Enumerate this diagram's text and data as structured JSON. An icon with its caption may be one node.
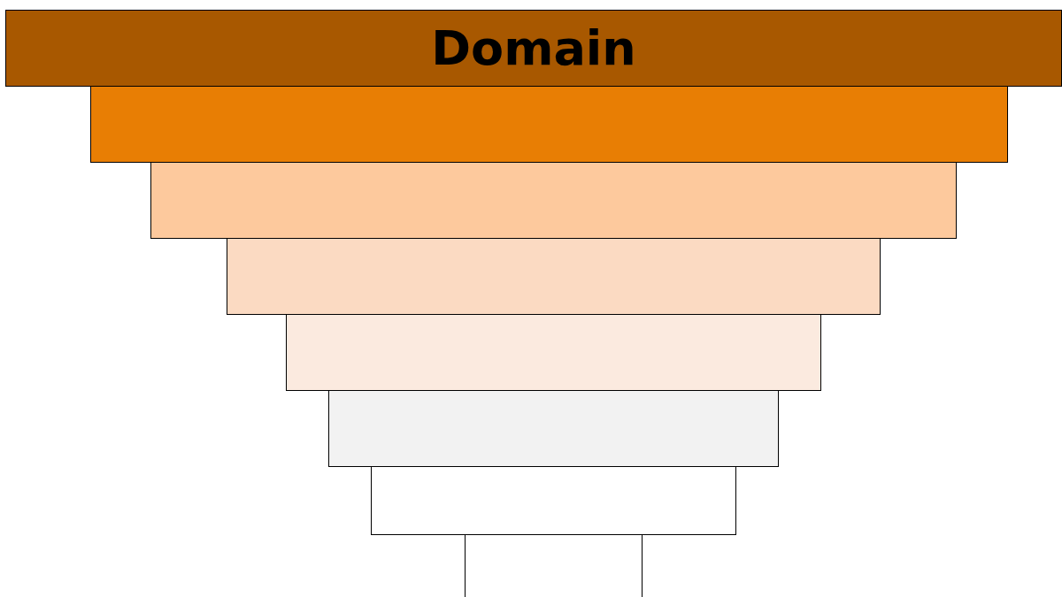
{
  "diagram": {
    "nodes": [
      {
        "text": [
          "Domain"
        ]
      },
      {
        "text": [],
        "shape": "bar"
      },
      {
        "text": [],
        "shape": "bar"
      },
      {
        "text": [],
        "shape": "bar"
      },
      {
        "text": [],
        "shape": "bar"
      },
      {
        "text": [],
        "shape": "bar"
      },
      {
        "text": [],
        "shape": "bar"
      },
      {
        "text": [],
        "shape": "bar"
      }
    ]
  }
}
